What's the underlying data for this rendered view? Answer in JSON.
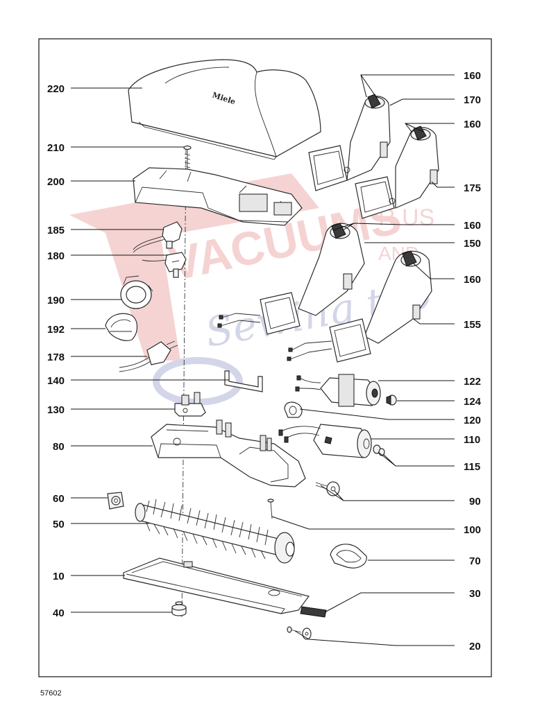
{
  "document": {
    "number": "57602",
    "brand_on_cover": "Miele"
  },
  "watermark": {
    "line1": "VACUUMS",
    "line2": "R US",
    "line3": "AND",
    "line4": "Sewing too",
    "color": "#d43a3a",
    "secondary_color": "#3a4a9a"
  },
  "parts_left": [
    "220",
    "210",
    "200",
    "185",
    "180",
    "190",
    "192",
    "178",
    "140",
    "130",
    "80",
    "60",
    "50",
    "10",
    "40"
  ],
  "parts_right": [
    "160",
    "170",
    "160",
    "175",
    "160",
    "150",
    "160",
    "155",
    "122",
    "124",
    "120",
    "110",
    "115",
    "90",
    "100",
    "70",
    "30",
    "20"
  ],
  "icons": {
    "cover": "top-cover-icon",
    "hose": "hose-elbow-icon",
    "motor": "motor-icon",
    "brushroll": "brush-roll-icon",
    "plug": "power-plug-icon"
  }
}
